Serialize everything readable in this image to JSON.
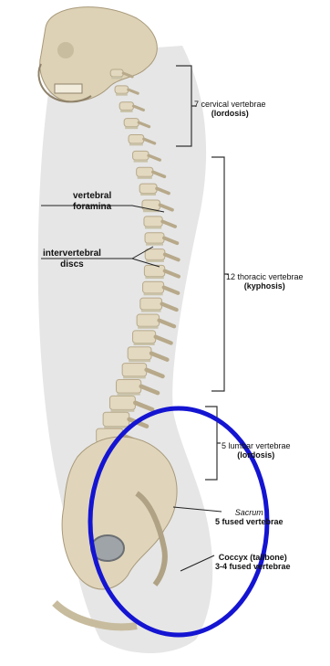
{
  "labels": {
    "cervical": {
      "line1": "7 cervical vertebrae",
      "line2": "(lordosis)"
    },
    "foramina": {
      "line1": "vertebral",
      "line2": "foramina"
    },
    "discs": {
      "line1": "intervertebral",
      "line2": "discs"
    },
    "thoracic": {
      "line1": "12 thoracic vertebrae",
      "line2": "(kyphosis)"
    },
    "lumbar": {
      "line1": "5 lumbar vertebrae",
      "line2": "(lordosis)"
    },
    "sacrum": {
      "line1": "Sacrum",
      "line2": "5 fused vertebrae"
    },
    "coccyx": {
      "line1": "Coccyx (tailbone)",
      "line2": "3-4 fused vertebrae"
    }
  },
  "colors": {
    "silhouette": "#e6e6e6",
    "bone": "#e3d9c0",
    "bone_shadow": "#b7a98a",
    "disc": "#c9c2a8",
    "annotation_circle": "#1414d2",
    "bracket": "#333333"
  }
}
